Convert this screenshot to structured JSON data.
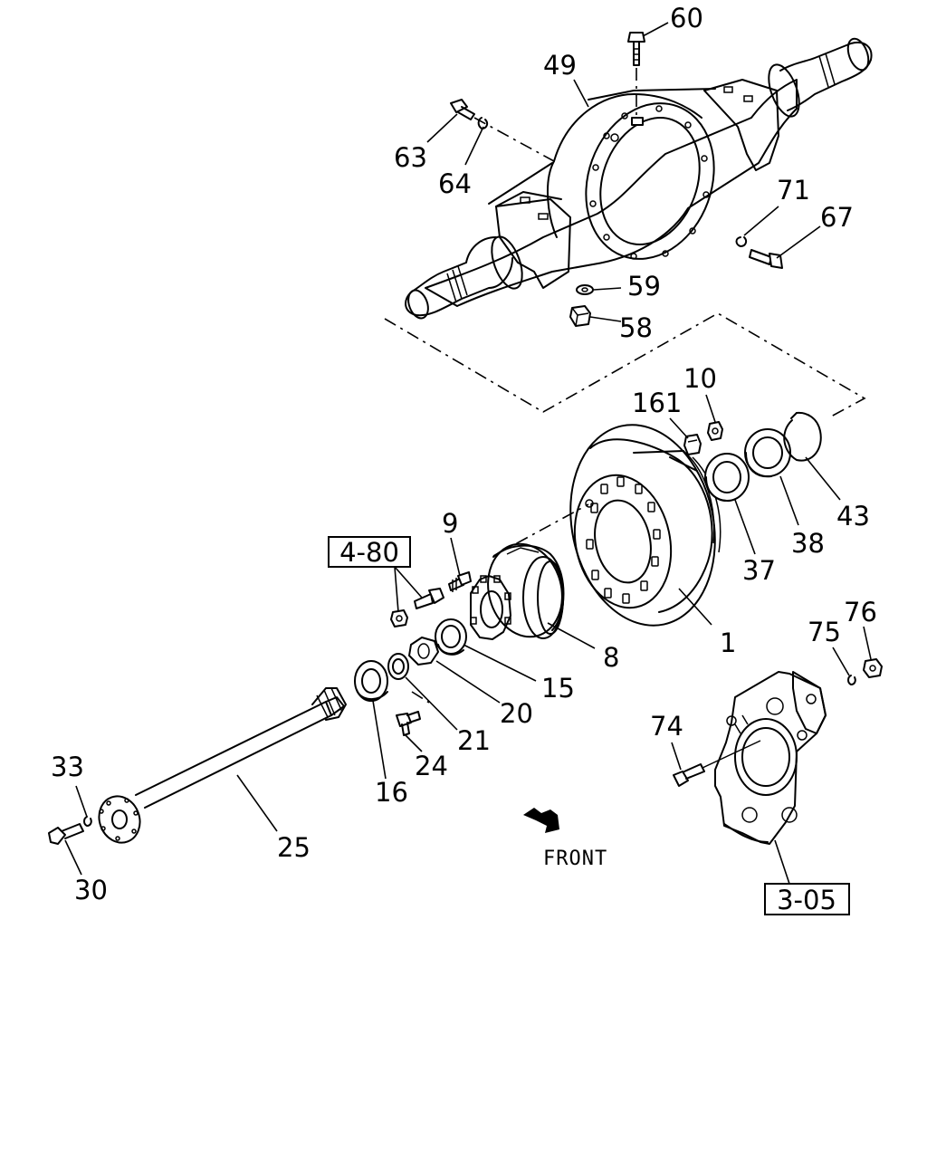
{
  "callouts": {
    "c60": "60",
    "c49": "49",
    "c63": "63",
    "c64": "64",
    "c71": "71",
    "c67": "67",
    "c59": "59",
    "c58": "58",
    "c10": "10",
    "c161": "161",
    "c43": "43",
    "c38": "38",
    "c37": "37",
    "c9": "9",
    "c1": "1",
    "c8": "8",
    "c15": "15",
    "c20": "20",
    "c21": "21",
    "c24": "24",
    "c16": "16",
    "c33": "33",
    "c25": "25",
    "c30": "30",
    "c75": "75",
    "c76": "76",
    "c74": "74"
  },
  "refs": {
    "ref_4_80": "4-80",
    "ref_3_05": "3-05"
  },
  "front_label": "FRONT"
}
